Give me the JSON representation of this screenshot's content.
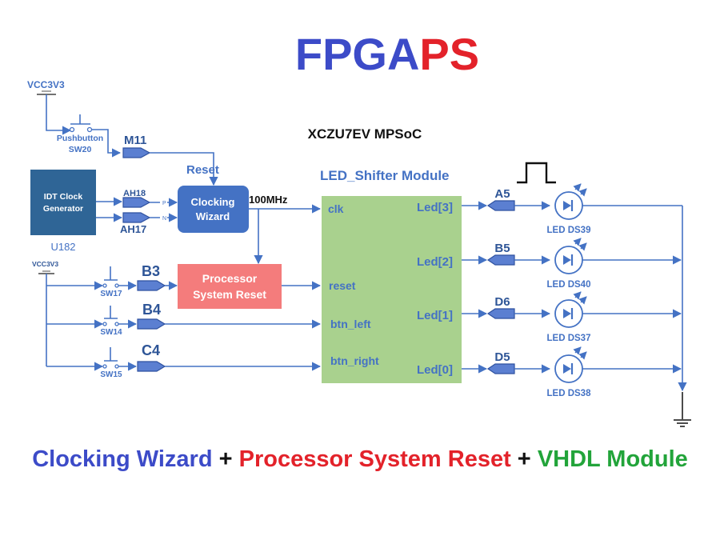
{
  "title": {
    "part1": "FPGA",
    "part2": "PS",
    "color1": "#3c4bc8",
    "color2": "#e3222a"
  },
  "device": "XCZU7EV MPSoC",
  "power": {
    "top": "VCC3V3",
    "left": "VCC3V3"
  },
  "reset_button": {
    "label1": "Pushbutton",
    "label2": "SW20",
    "pin": "M11",
    "signal": "Reset"
  },
  "clock_gen": {
    "line1": "IDT Clock",
    "line2": "Generator",
    "ref": "U182",
    "pin_p": "AH18",
    "pin_n": "AH17",
    "p_label": "P",
    "n_label": "N"
  },
  "clocking_wizard": {
    "line1": "Clocking",
    "line2": "Wizard",
    "output": "100MHz"
  },
  "psr": {
    "line1": "Processor",
    "line2": "System Reset"
  },
  "buttons": [
    {
      "switch": "SW17",
      "pin": "B3"
    },
    {
      "switch": "SW14",
      "pin": "B4"
    },
    {
      "switch": "SW15",
      "pin": "C4"
    }
  ],
  "module": {
    "title": "LED_Shifter Module",
    "inputs": [
      "clk",
      "reset",
      "btn_left",
      "btn_right"
    ],
    "outputs": [
      "Led[3]",
      "Led[2]",
      "Led[1]",
      "Led[0]"
    ]
  },
  "leds": [
    {
      "pin": "A5",
      "name": "LED DS39"
    },
    {
      "pin": "B5",
      "name": "LED DS40"
    },
    {
      "pin": "D6",
      "name": "LED DS37"
    },
    {
      "pin": "D5",
      "name": "LED DS38"
    }
  ],
  "footer": {
    "part1": "Clocking Wizard",
    "plus1": " + ",
    "part2": "Processor System Reset",
    "plus2": " + ",
    "part3": "VHDL Module",
    "color1": "#3c4bc8",
    "color2": "#e3222a",
    "color3": "#22a43a"
  }
}
